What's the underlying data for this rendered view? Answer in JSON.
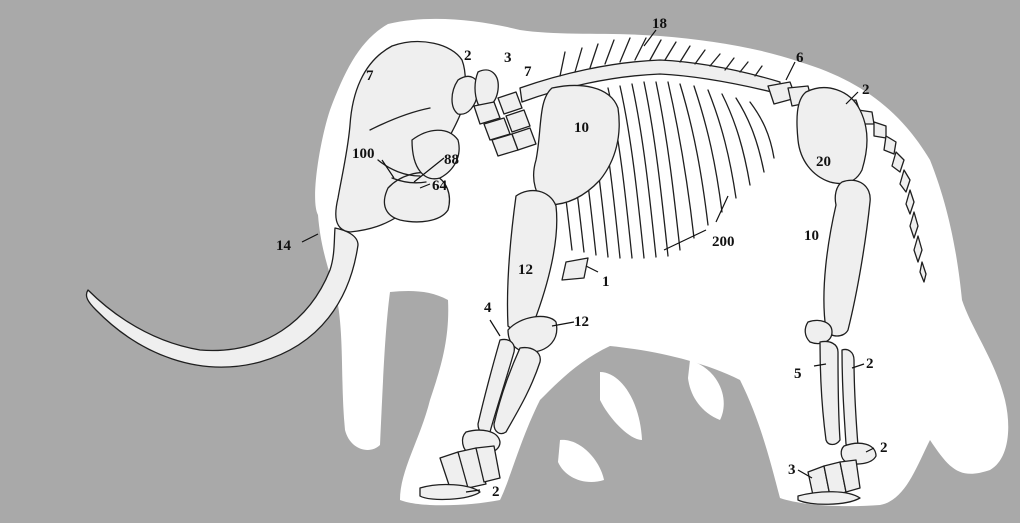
{
  "colors": {
    "background": "#a9a9a9",
    "silhouette": "#ffffff",
    "bone_fill": "#efefef",
    "outline": "#1f1f1f"
  },
  "labels": {
    "skull": "7",
    "atlas": "2",
    "axis": "3",
    "cervical": "7",
    "thoracic": "18",
    "lumbar": "6",
    "sacrum": "2",
    "scapula": "10",
    "pelvis": "20",
    "femur": "10",
    "humerus": "12",
    "ulna": "12",
    "sternum": "1",
    "radius": "4",
    "ribs": "200",
    "tusk": "14",
    "incisor_socket": "100",
    "molar_upper": "88",
    "mandible": "64",
    "tibia": "5",
    "fibula": "2",
    "tarsal": "2",
    "metatarsal": "3",
    "front_foot": "2"
  }
}
